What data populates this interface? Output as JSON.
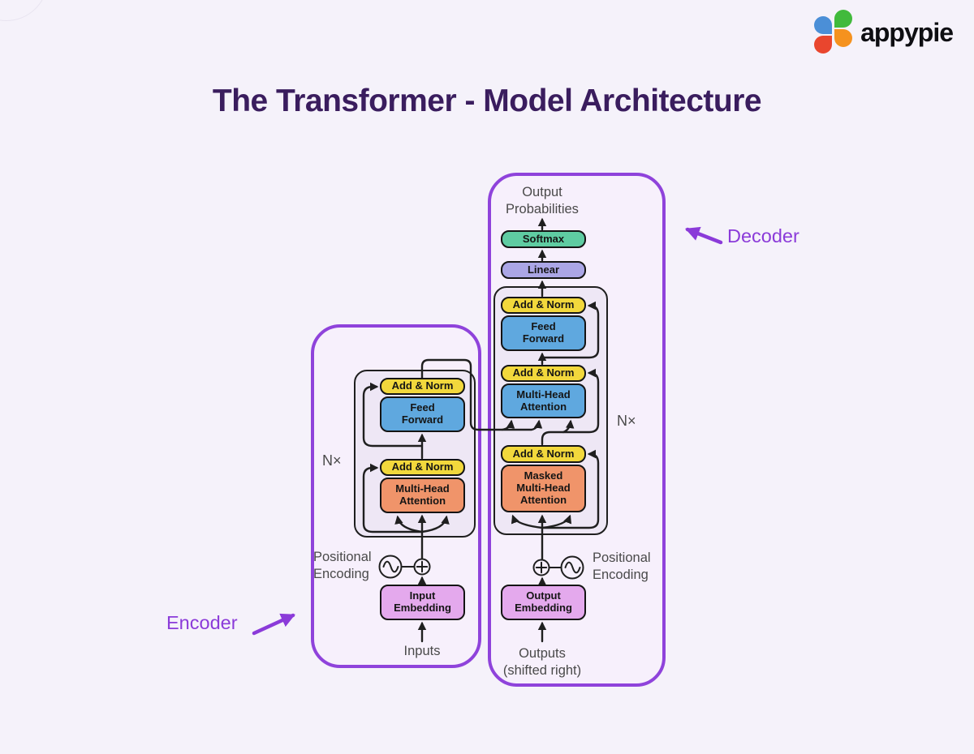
{
  "brand": {
    "name": "appypie"
  },
  "title": "The Transformer - Model Architecture",
  "colors": {
    "accent_purple": "#8F43DB",
    "label_purple": "#8B3BD9",
    "title_purple": "#3A1D5E",
    "box_yellow": "#F2D83C",
    "box_blue": "#5FA8DF",
    "box_orange": "#F0946A",
    "box_pink": "#E4A9ED",
    "box_green": "#5FCCA2",
    "box_lavender": "#ABA6E6",
    "wire_black": "#1f1f1f",
    "label_gray": "#4a4a4a",
    "page_bg": "#F5F2FA",
    "container_bg": "#F7F0FC",
    "petal_blue": "#4B8FD7",
    "petal_green": "#41BA3C",
    "petal_red": "#E9462E",
    "petal_orange": "#F5921E"
  },
  "encoder": {
    "label": "Encoder",
    "nx": "N×",
    "add_norm_1": "Add & Norm",
    "feed_forward": "Feed\nForward",
    "add_norm_2": "Add & Norm",
    "multi_head_attention": "Multi-Head\nAttention",
    "input_embedding": "Input\nEmbedding",
    "positional_encoding": "Positional\nEncoding",
    "inputs": "Inputs"
  },
  "decoder": {
    "label": "Decoder",
    "nx": "N×",
    "output_probabilities": "Output\nProbabilities",
    "softmax": "Softmax",
    "linear": "Linear",
    "add_norm_1": "Add & Norm",
    "feed_forward": "Feed\nForward",
    "add_norm_2": "Add & Norm",
    "multi_head_attention": "Multi-Head\nAttention",
    "add_norm_3": "Add & Norm",
    "masked_multi_head_attention": "Masked\nMulti-Head\nAttention",
    "output_embedding": "Output\nEmbedding",
    "positional_encoding": "Positional\nEncoding",
    "outputs": "Outputs\n(shifted right)"
  }
}
